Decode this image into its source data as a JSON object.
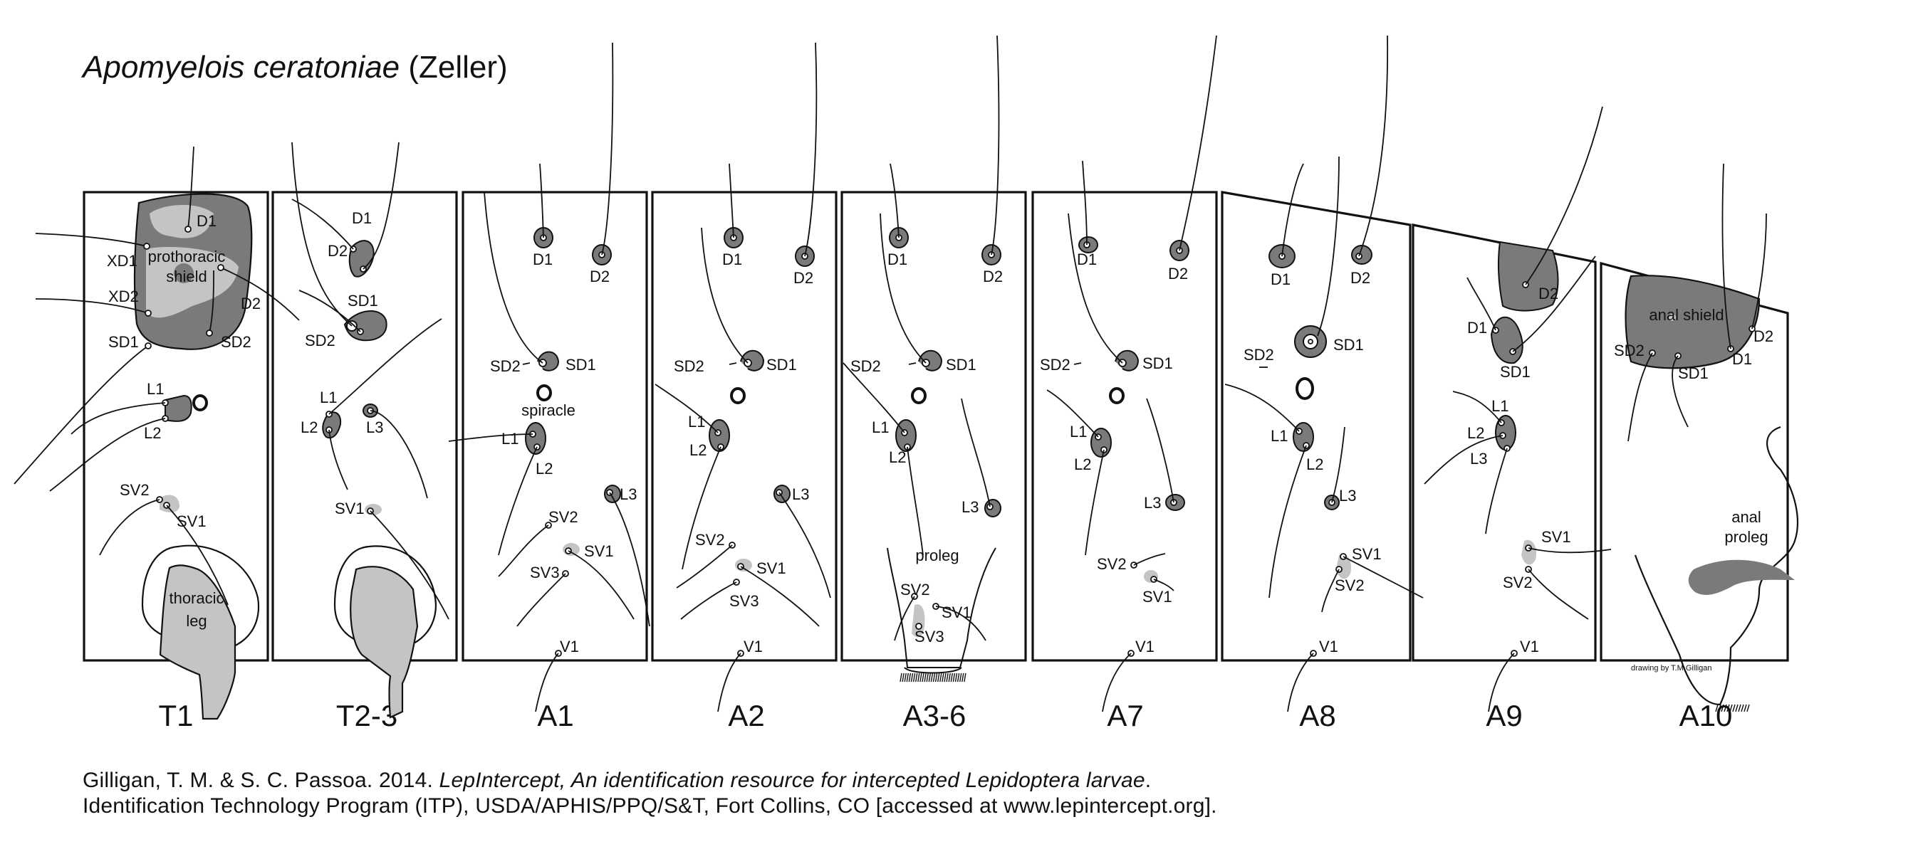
{
  "title": {
    "species": "Apomyelois ceratoniae",
    "author": "(Zeller)"
  },
  "colors": {
    "sclerite_dark": "#7a7a7a",
    "sclerite_light": "#c4c4c4",
    "outline": "#111111"
  },
  "segments": [
    {
      "id": "T1",
      "label": "T1",
      "setae": [
        "D1",
        "XD1",
        "XD2",
        "D2",
        "SD1",
        "SD2",
        "L1",
        "L2",
        "SV2",
        "SV1"
      ],
      "structures": [
        "prothoracic shield",
        "thoracic leg"
      ]
    },
    {
      "id": "T2-3",
      "label": "T2-3",
      "setae": [
        "D1",
        "D2",
        "SD1",
        "SD2",
        "L1",
        "L2",
        "L3",
        "SV1"
      ]
    },
    {
      "id": "A1",
      "label": "A1",
      "setae": [
        "D1",
        "D2",
        "SD2",
        "SD1",
        "L1",
        "L2",
        "L3",
        "SV2",
        "SV1",
        "SV3",
        "V1"
      ],
      "structures": [
        "spiracle"
      ]
    },
    {
      "id": "A2",
      "label": "A2",
      "setae": [
        "D1",
        "D2",
        "SD2",
        "SD1",
        "L1",
        "L2",
        "L3",
        "SV2",
        "SV1",
        "SV3",
        "V1"
      ]
    },
    {
      "id": "A3-6",
      "label": "A3-6",
      "setae": [
        "D1",
        "D2",
        "SD2",
        "SD1",
        "L1",
        "L2",
        "L3",
        "SV2",
        "SV1",
        "SV3"
      ],
      "structures": [
        "proleg"
      ]
    },
    {
      "id": "A7",
      "label": "A7",
      "setae": [
        "D1",
        "D2",
        "SD2",
        "SD1",
        "L1",
        "L2",
        "L3",
        "SV2",
        "SV1",
        "V1"
      ]
    },
    {
      "id": "A8",
      "label": "A8",
      "setae": [
        "D1",
        "D2",
        "SD2",
        "SD1",
        "L1",
        "L2",
        "L3",
        "SV1",
        "SV2",
        "V1"
      ]
    },
    {
      "id": "A9",
      "label": "A9",
      "setae": [
        "D2",
        "D1",
        "SD1",
        "L1",
        "L2",
        "L3",
        "SV1",
        "SV2",
        "V1"
      ]
    },
    {
      "id": "A10",
      "label": "A10",
      "setae": [
        "D2",
        "D1",
        "SD1",
        "SD2"
      ],
      "structures": [
        "anal shield",
        "anal proleg"
      ]
    }
  ],
  "drawing_credit": "drawing by T.M.Gilligan",
  "citation": {
    "line1_prefix": "Gilligan, T. M. & S. C. Passoa. 2014.",
    "line1_italic": "LepIntercept, An identification resource for intercepted Lepidoptera larvae",
    "line1_suffix": ".",
    "line2": "Identification Technology Program (ITP), USDA/APHIS/PPQ/S&T, Fort Collins, CO [accessed at www.lepintercept.org]."
  }
}
